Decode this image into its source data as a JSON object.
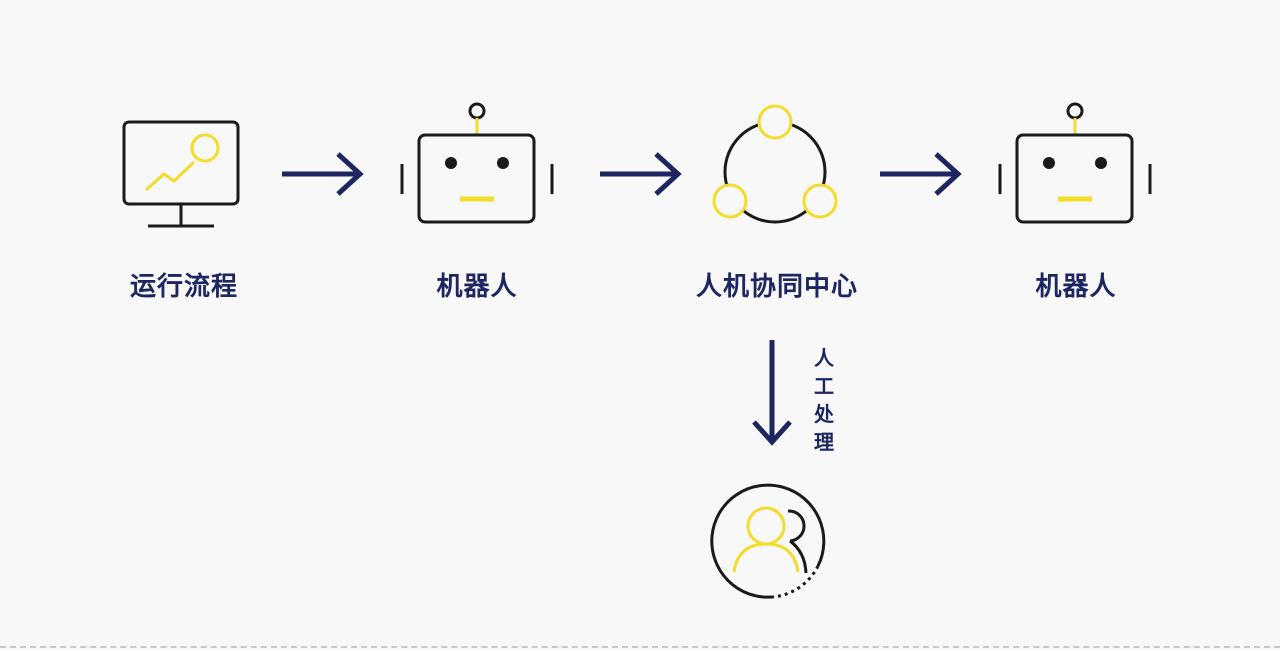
{
  "colors": {
    "background": "#f8f8f8",
    "navy": "#1d2660",
    "yellow": "#f2dc2c",
    "black": "#1a1a1a"
  },
  "steps": [
    {
      "label": "运行流程",
      "icon": "monitor-chart-icon"
    },
    {
      "label": "机器人",
      "icon": "robot-icon"
    },
    {
      "label": "人机协同中心",
      "icon": "collaboration-hub-icon"
    },
    {
      "label": "机器人",
      "icon": "robot-icon"
    }
  ],
  "manual": {
    "label": [
      "人",
      "工",
      "处",
      "理"
    ],
    "icon": "person-icon"
  }
}
